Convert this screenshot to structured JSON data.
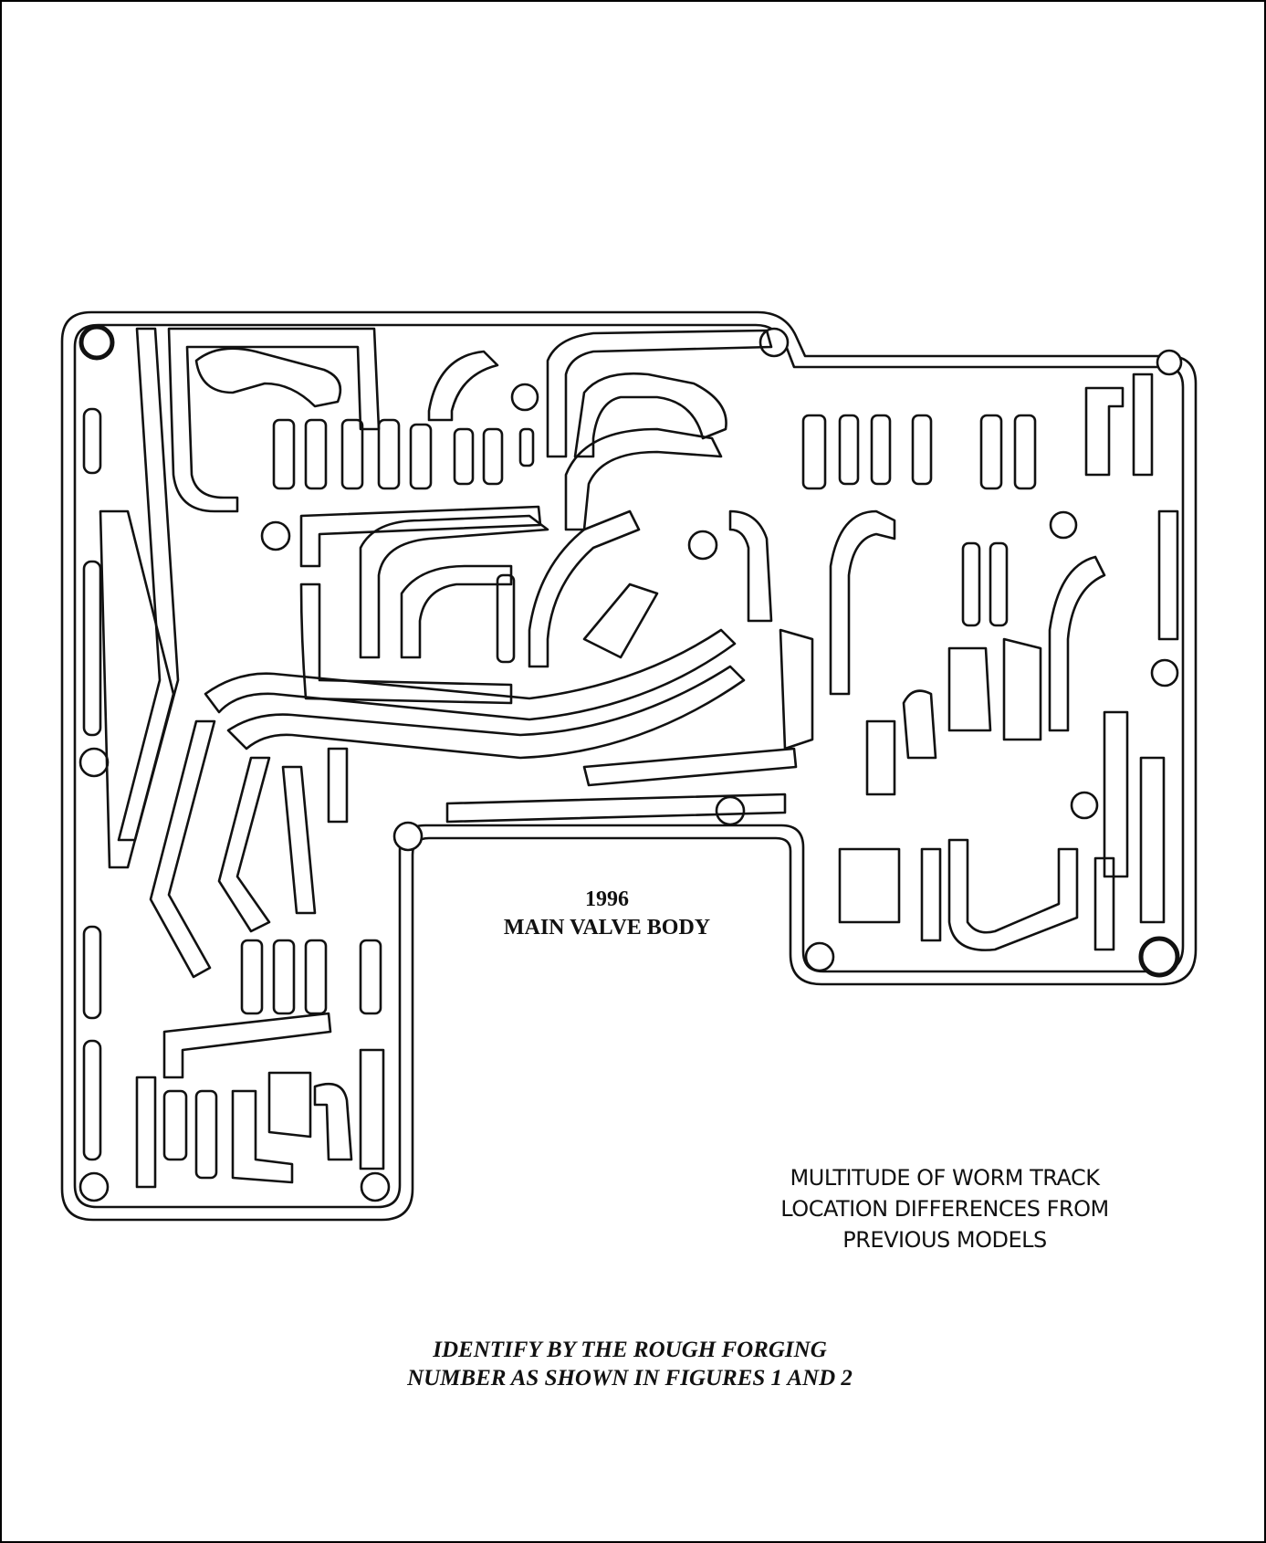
{
  "diagram": {
    "year_label": "1996",
    "name_label": "MAIN VALVE BODY",
    "note_lines": [
      "MULTITUDE OF WORM TRACK",
      "LOCATION DIFFERENCES FROM",
      "PREVIOUS MODELS"
    ],
    "instruction_lines": [
      "IDENTIFY BY THE ROUGH FORGING",
      "NUMBER AS SHOWN IN FIGURES 1 AND 2"
    ]
  }
}
